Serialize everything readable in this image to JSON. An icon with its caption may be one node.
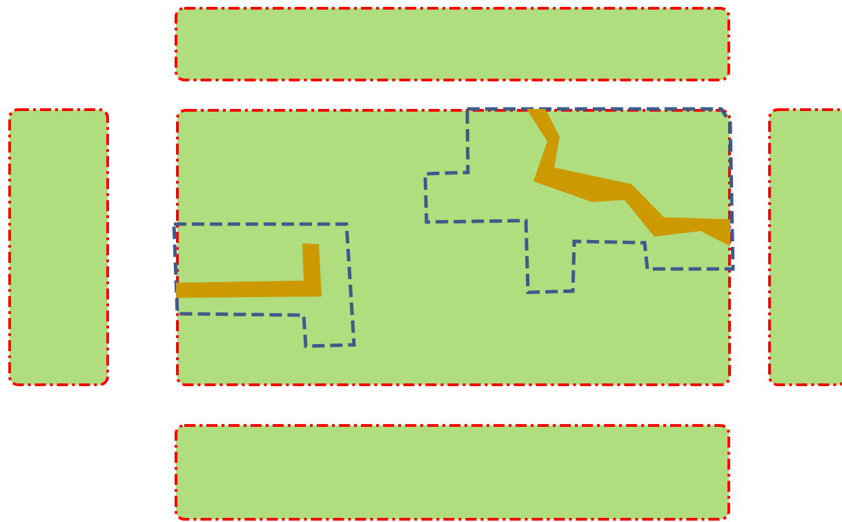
{
  "diagram": {
    "nodes": [
      {
        "text": [],
        "shape": "box"
      },
      {
        "text": [],
        "shape": "box"
      },
      {
        "text": [],
        "shape": "box"
      },
      {
        "text": [],
        "shape": "box",
        "in": 2
      },
      {
        "text": [],
        "shape": "band",
        "in": 3
      },
      {
        "text": [],
        "shape": "box",
        "in": 2
      },
      {
        "text": [],
        "shape": "band",
        "in": 5
      },
      {
        "text": [],
        "shape": "box"
      },
      {
        "text": [],
        "shape": "box"
      }
    ]
  }
}
